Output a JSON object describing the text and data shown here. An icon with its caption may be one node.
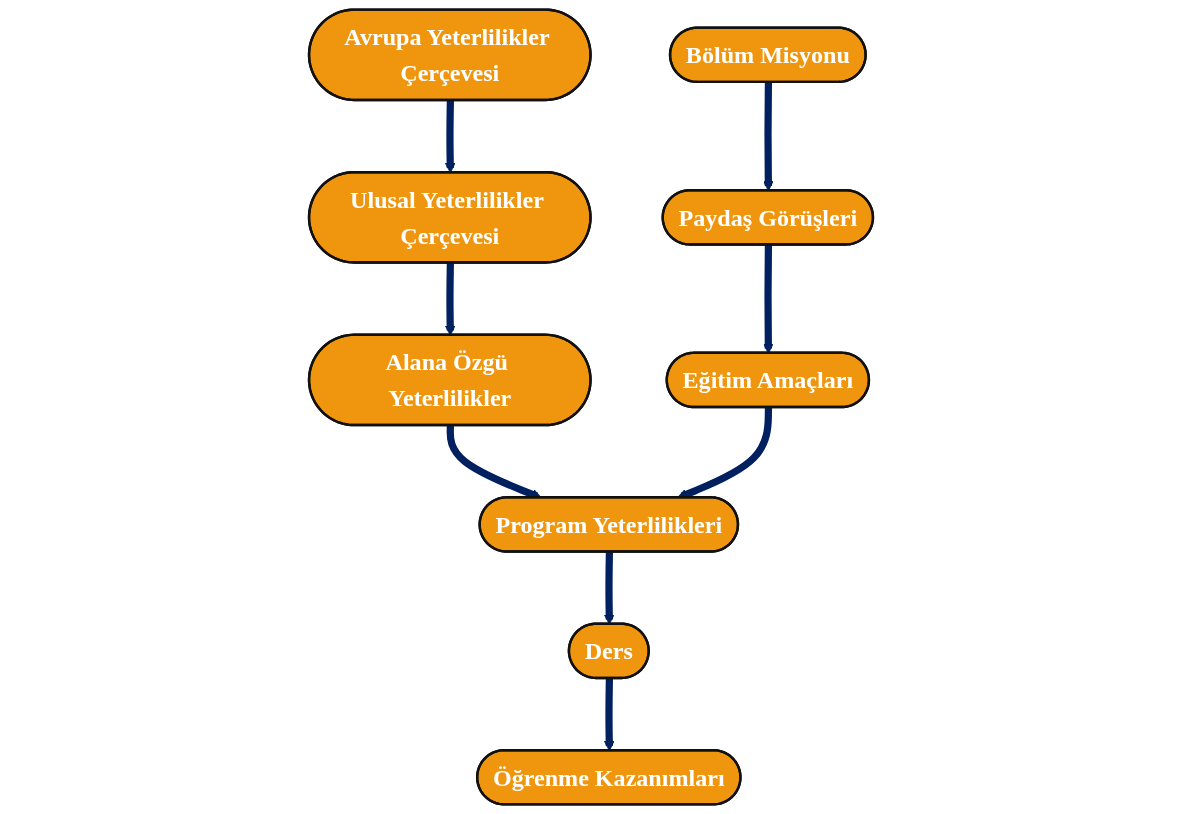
{
  "diagram": {
    "nodes": [
      {
        "text": [
          "Avrupa Yeterlilikler Çerçevesi"
        ]
      },
      {
        "text": [
          "Ulusal Yeterlilikler Çerçevesi"
        ]
      },
      {
        "text": [
          "Alana Özgü Yeterlilikler"
        ]
      },
      {
        "text": [
          "Bölüm Misyonu"
        ]
      },
      {
        "text": [
          "Paydaş Görüşleri"
        ]
      },
      {
        "text": [
          "Eğitim Amaçları"
        ]
      },
      {
        "text": [
          "Program Yeterlilikleri"
        ]
      },
      {
        "text": [
          "Ders"
        ]
      },
      {
        "text": [
          "Öğrenme Kazanımları"
        ]
      }
    ],
    "edges": [
      {
        "from": 0,
        "to": 1,
        "arrow": "to"
      },
      {
        "from": 1,
        "to": 2,
        "arrow": "to"
      },
      {
        "from": 2,
        "to": 6,
        "arrow": "to"
      },
      {
        "from": 3,
        "to": 4,
        "arrow": "to"
      },
      {
        "from": 4,
        "to": 5,
        "arrow": "to"
      },
      {
        "from": 5,
        "to": 6,
        "arrow": "to"
      },
      {
        "from": 6,
        "to": 7,
        "arrow": "to"
      },
      {
        "from": 7,
        "to": 8,
        "arrow": "to"
      }
    ]
  }
}
